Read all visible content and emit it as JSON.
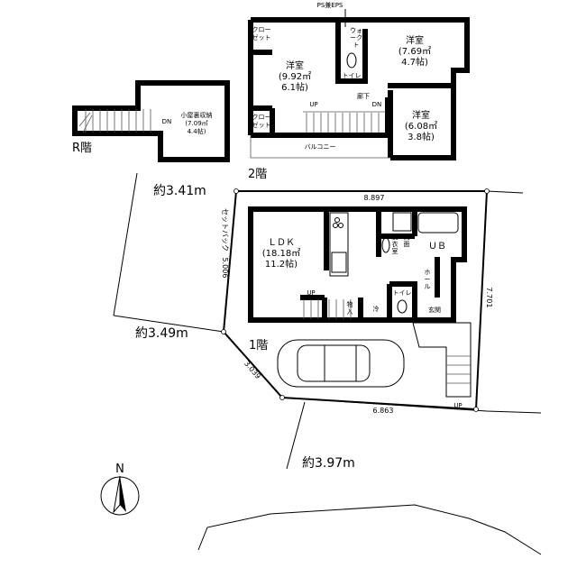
{
  "r_floor": {
    "label": "R階",
    "stairs": "DN",
    "attic": {
      "name": "小屋裏収納",
      "area_m2": "(7.09㎡",
      "area_jo": "4.4帖)"
    }
  },
  "second_floor": {
    "label": "2階",
    "ps_eps": "PS兼EPS",
    "closet_top": [
      "クロー",
      "ゼット"
    ],
    "closet_bottom": [
      "クロー",
      "ゼット"
    ],
    "walkin": [
      "ウォ",
      "ーク",
      "ト"
    ],
    "room_main": {
      "name": "洋室",
      "area_m2": "(9.92㎡",
      "area_jo": "6.1帖)"
    },
    "room_ne": {
      "name": "洋室",
      "area_m2": "(7.69㎡",
      "area_jo": "4.7帖)"
    },
    "room_se": {
      "name": "洋室",
      "area_m2": "(6.08㎡",
      "area_jo": "3.8帖)"
    },
    "toilet": "トイレ",
    "hallway": "廊下",
    "up": "UP",
    "dn": "DN",
    "balcony": "バルコニー"
  },
  "first_floor": {
    "label": "1階",
    "ldk": {
      "name": "ＬＤＫ",
      "area_m2": "(18.18㎡",
      "area_jo": "11.2帖)"
    },
    "washroom": [
      "脱",
      "衣",
      "室"
    ],
    "washstand": [
      "洗",
      "面"
    ],
    "bath": "ＵＢ",
    "hall": [
      "ホ",
      "ー",
      "ル"
    ],
    "toilet": "トイレ",
    "entrance": "玄関",
    "storage": [
      "物",
      "入"
    ],
    "fridge": "冷",
    "up": "UP",
    "outside_up": "UP"
  },
  "site": {
    "dims": {
      "top": "8.897",
      "left": "5.006",
      "right": "7.701",
      "bottom": "6.863",
      "corner": "3.039"
    },
    "setback": "セットバック",
    "road_widths": [
      "約3.41m",
      "約3.49m",
      "約3.97m"
    ]
  },
  "compass": {
    "label": "N"
  }
}
